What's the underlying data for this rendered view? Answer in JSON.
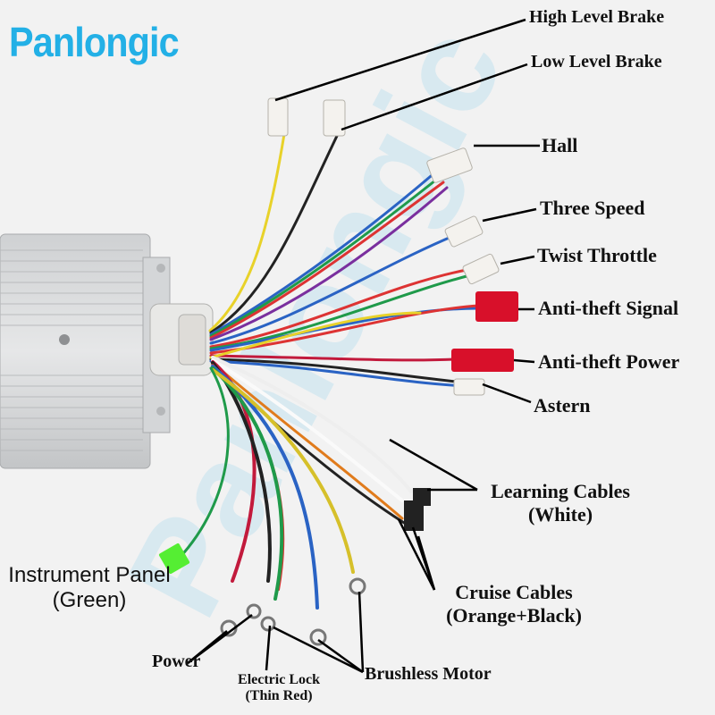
{
  "brand": {
    "name": "Panlongic",
    "color": "#23b0e6",
    "watermark": "Panlongic"
  },
  "labels": {
    "high_level_brake": "High Level Brake",
    "low_level_brake": "Low Level Brake",
    "hall": "Hall",
    "three_speed": "Three Speed",
    "twist_throttle": "Twist Throttle",
    "anti_theft_signal": "Anti-theft Signal",
    "anti_theft_power": "Anti-theft Power",
    "astern": "Astern",
    "learning_cables_1": "Learning Cables",
    "learning_cables_2": "(White)",
    "cruise_cables_1": "Cruise Cables",
    "cruise_cables_2": "(Orange+Black)",
    "instrument_panel_1": "Instrument Panel",
    "instrument_panel_2": "(Green)",
    "power": "Power",
    "electric_lock_1": "Electric Lock",
    "electric_lock_2": "(Thin Red)",
    "brushless_motor": "Brushless Motor"
  },
  "colors": {
    "background": "#f2f2f2",
    "controller_body": "#d9dadc",
    "connector_red": "#d8102a",
    "connector_green": "#55ee33",
    "connector_white": "#f4f2ee"
  }
}
